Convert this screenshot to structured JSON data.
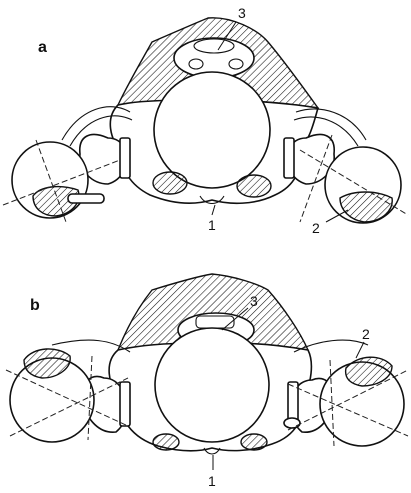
{
  "figure": {
    "panels": [
      {
        "letter": "a",
        "labels": [
          "1",
          "2",
          "3"
        ]
      },
      {
        "letter": "b",
        "labels": [
          "1",
          "2",
          "3"
        ]
      }
    ]
  }
}
